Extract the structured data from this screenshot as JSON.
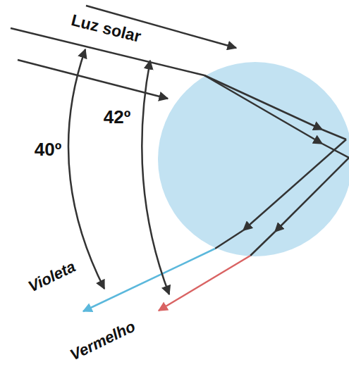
{
  "diagram": {
    "labels": [
      "Luz solar",
      "42º",
      "40º",
      "Violeta",
      "Vermelho"
    ]
  }
}
